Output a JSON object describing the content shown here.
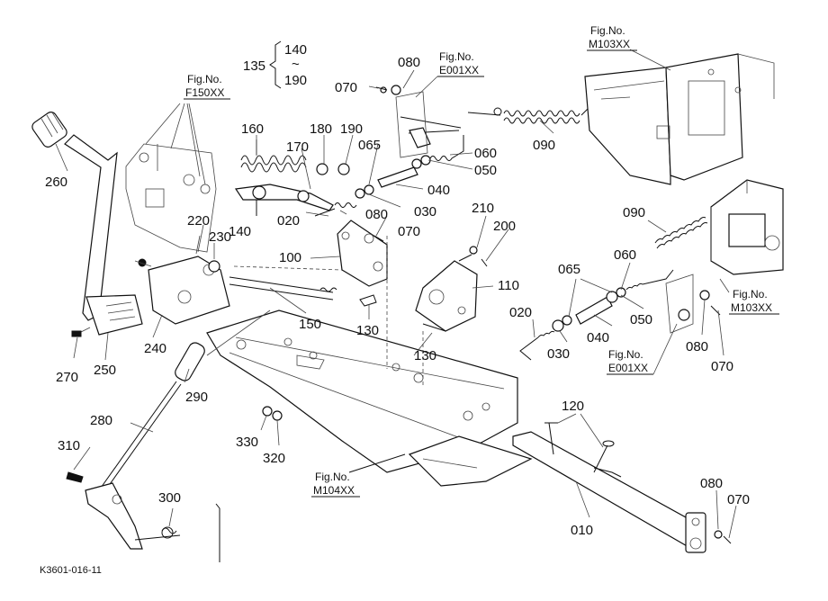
{
  "diagram": {
    "reference_code": "K3601-016-11",
    "parts": [
      {
        "id": "p260",
        "label": "260"
      },
      {
        "id": "p160",
        "label": "160"
      },
      {
        "id": "p170",
        "label": "170"
      },
      {
        "id": "p180",
        "label": "180"
      },
      {
        "id": "p190",
        "label": "190"
      },
      {
        "id": "p140",
        "label": "140"
      },
      {
        "id": "p020a",
        "label": "020"
      },
      {
        "id": "p030a",
        "label": "030"
      },
      {
        "id": "p040a",
        "label": "040"
      },
      {
        "id": "p050a",
        "label": "050"
      },
      {
        "id": "p060a",
        "label": "060"
      },
      {
        "id": "p065a",
        "label": "065"
      },
      {
        "id": "p070a",
        "label": "070"
      },
      {
        "id": "p080a",
        "label": "080"
      },
      {
        "id": "p090a",
        "label": "090"
      },
      {
        "id": "p220",
        "label": "220"
      },
      {
        "id": "p230",
        "label": "230"
      },
      {
        "id": "p100",
        "label": "100"
      },
      {
        "id": "p080b",
        "label": "080"
      },
      {
        "id": "p070b",
        "label": "070"
      },
      {
        "id": "p210",
        "label": "210"
      },
      {
        "id": "p200",
        "label": "200"
      },
      {
        "id": "p110",
        "label": "110"
      },
      {
        "id": "p150",
        "label": "150"
      },
      {
        "id": "p130a",
        "label": "130"
      },
      {
        "id": "p130b",
        "label": "130"
      },
      {
        "id": "p240",
        "label": "240"
      },
      {
        "id": "p250",
        "label": "250"
      },
      {
        "id": "p270",
        "label": "270"
      },
      {
        "id": "p290",
        "label": "290"
      },
      {
        "id": "p280",
        "label": "280"
      },
      {
        "id": "p310",
        "label": "310"
      },
      {
        "id": "p300",
        "label": "300"
      },
      {
        "id": "p330",
        "label": "330"
      },
      {
        "id": "p320",
        "label": "320"
      },
      {
        "id": "p090b",
        "label": "090"
      },
      {
        "id": "p065b",
        "label": "065"
      },
      {
        "id": "p060b",
        "label": "060"
      },
      {
        "id": "p020b",
        "label": "020"
      },
      {
        "id": "p030b",
        "label": "030"
      },
      {
        "id": "p040b",
        "label": "040"
      },
      {
        "id": "p050b",
        "label": "050"
      },
      {
        "id": "p080c",
        "label": "080"
      },
      {
        "id": "p070c",
        "label": "070"
      },
      {
        "id": "p120",
        "label": "120"
      },
      {
        "id": "p010",
        "label": "010"
      },
      {
        "id": "p080d",
        "label": "080"
      },
      {
        "id": "p070d",
        "label": "070"
      }
    ],
    "range_label": {
      "start": "135",
      "from": "140",
      "tilde": "~",
      "to": "190"
    },
    "fig_refs": [
      {
        "id": "f150",
        "caption": "Fig.No.",
        "number": "F150XX"
      },
      {
        "id": "e001a",
        "caption": "Fig.No.",
        "number": "E001XX"
      },
      {
        "id": "m103a",
        "caption": "Fig.No.",
        "number": "M103XX"
      },
      {
        "id": "m103b",
        "caption": "Fig.No.",
        "number": "M103XX"
      },
      {
        "id": "e001b",
        "caption": "Fig.No.",
        "number": "E001XX"
      },
      {
        "id": "m104",
        "caption": "Fig.No.",
        "number": "M104XX"
      }
    ]
  }
}
